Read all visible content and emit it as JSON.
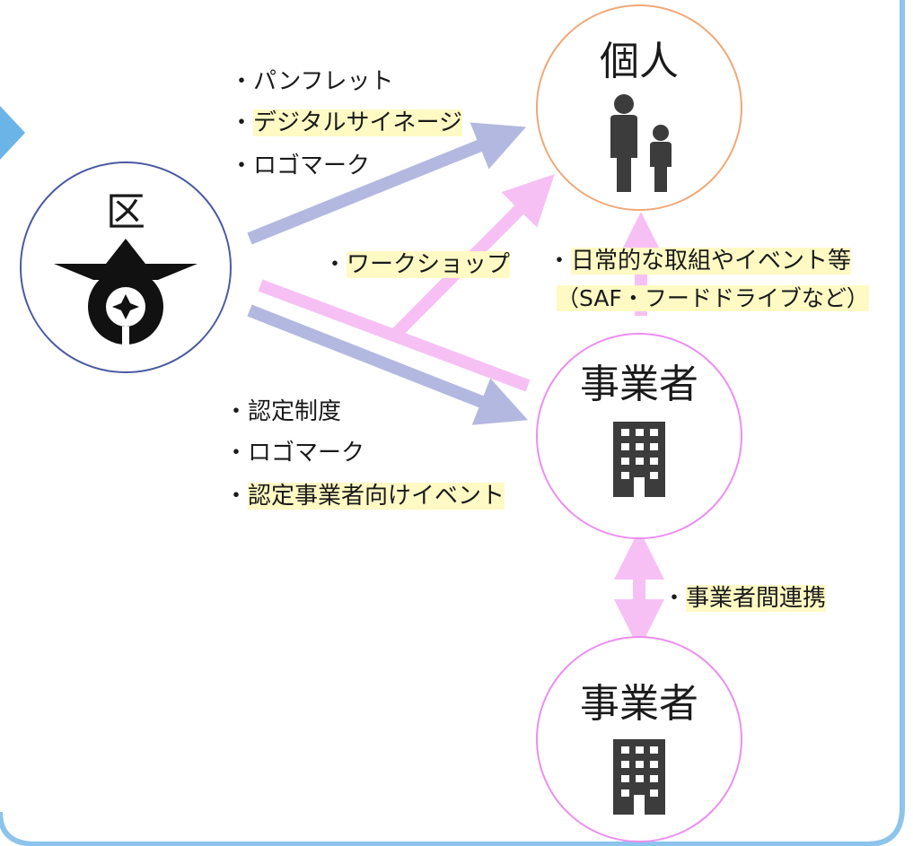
{
  "nodes": {
    "ward": {
      "title": "区",
      "icon": "ward-emblem-icon"
    },
    "individual": {
      "title": "個人",
      "icon": "people-icon"
    },
    "business_1": {
      "title": "事業者",
      "icon": "building-icon"
    },
    "business_2": {
      "title": "事業者",
      "icon": "building-icon"
    }
  },
  "labels": {
    "to_individual": [
      {
        "prefix": "・",
        "text": "パンフレット",
        "highlight": false
      },
      {
        "prefix": "・",
        "text": "デジタルサイネージ",
        "highlight": true
      },
      {
        "prefix": "・",
        "text": "ロゴマーク",
        "highlight": false
      }
    ],
    "to_business": [
      {
        "prefix": "・",
        "text": "認定制度",
        "highlight": false
      },
      {
        "prefix": "・",
        "text": "ロゴマーク",
        "highlight": false
      },
      {
        "prefix": "・",
        "text": "認定事業者向けイベント",
        "highlight": true
      }
    ],
    "workshop": {
      "prefix": "・",
      "text": "ワークショップ",
      "highlight": true
    },
    "daily": [
      {
        "prefix": "・",
        "text": "日常的な取組やイベント等",
        "highlight": true
      },
      {
        "prefix": "",
        "text": "（SAF・フードドライブなど）",
        "highlight": true
      }
    ],
    "collab": {
      "prefix": "・",
      "text": "事業者間連携",
      "highlight": true
    }
  },
  "colors": {
    "frame_border": "#8cc4ec",
    "frame_tab": "#6bb4e8",
    "ward_circle": "#4a5aa0",
    "individual_circle": "#f0a878",
    "business_circle": "#ec8ef0",
    "arrow_blue": "#b3b8e0",
    "arrow_pink": "#f6c0f4",
    "highlight": "#fff9c4",
    "icon": "#3c3c3c"
  }
}
